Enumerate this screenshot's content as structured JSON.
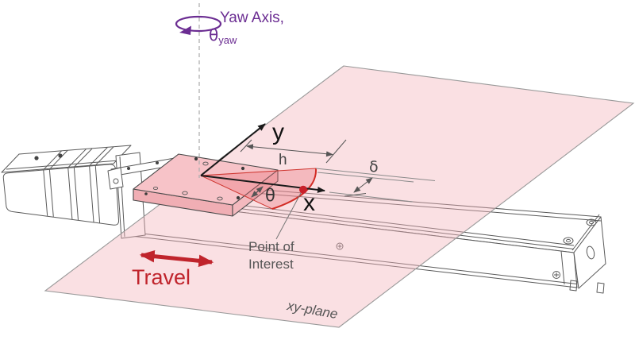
{
  "diagram": {
    "title_none_shown": "",
    "yaw": {
      "label": "Yaw Axis,",
      "theta": "θ",
      "theta_subscript": "yaw"
    },
    "axes": {
      "x": "x",
      "y": "y"
    },
    "dims": {
      "h": "h",
      "delta": "δ",
      "theta": "θ"
    },
    "poi": {
      "line1": "Point of",
      "line2": "Interest"
    },
    "travel": {
      "label": "Travel"
    },
    "plane": {
      "label": "xy-plane"
    },
    "colors": {
      "yaw_purple": "#6b2d92",
      "travel_red": "#c0242c",
      "wedge_red": "#cf3630",
      "poi_dot_red": "#c8202a",
      "plane_pink_fill": "rgba(242,178,184,0.40)",
      "carriage_pink": "#f7c3c8",
      "lineart_gray": "#5a5a5a",
      "label_gray": "#555555"
    }
  }
}
